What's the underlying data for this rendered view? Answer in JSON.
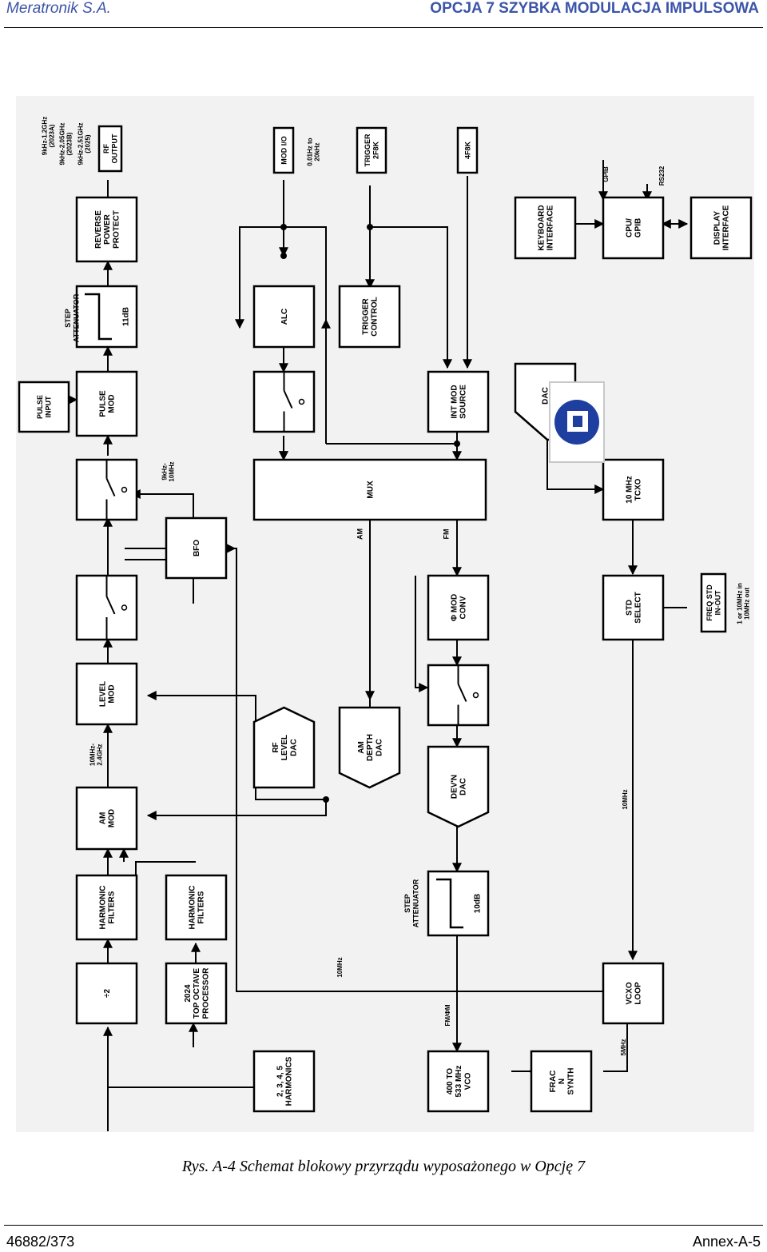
{
  "header": {
    "left": "Meratronik S.A.",
    "right": "OPCJA 7 SZYBKA MODULACJA IMPULSOWA"
  },
  "caption": "Rys.  A-4  Schemat blokowy przyrządu wyposażonego w Opcję  7",
  "footer": {
    "left": "46882/373",
    "right": "Annex-A-5"
  },
  "diagram": {
    "background": "#f2f2f2",
    "logo_color": "#1f3fa0",
    "blocks": {
      "pulse_input": [
        "PULSE",
        "INPUT"
      ],
      "pulse_mod": [
        "PULSE",
        "MOD"
      ],
      "att_11db": [
        "11dB"
      ],
      "reverse_power": [
        "REVERSE",
        "POWER",
        "PROTECT"
      ],
      "alc": [
        "ALC"
      ],
      "trigger_control": [
        "TRIGGER",
        "CONTROL"
      ],
      "keyboard_if": [
        "KEYBOARD",
        "INTERFACE"
      ],
      "cpu": [
        "CPU/",
        "GPIB"
      ],
      "display_if": [
        "DISPLAY",
        "INTERFACE"
      ],
      "int_mod": [
        "INT MOD",
        "SOURCE"
      ],
      "dac": [
        "DAC"
      ],
      "mux": [
        "MUX"
      ],
      "tcxo": [
        "10 MHz",
        "TCXO"
      ],
      "bfo": [
        "BFO"
      ],
      "level_mod": [
        "LEVEL",
        "MOD"
      ],
      "phi_mod": [
        "Φ MOD",
        "CONV"
      ],
      "std_select": [
        "STD",
        "SELECT"
      ],
      "rf_level_dac": [
        "RF",
        "LEVEL",
        "DAC"
      ],
      "am_depth_dac": [
        "AM",
        "DEPTH",
        "DAC"
      ],
      "devn_dac": [
        "DEV'N",
        "DAC"
      ],
      "am_mod": [
        "AM",
        "MOD"
      ],
      "harm1": [
        "HARMONIC",
        "FILTERS"
      ],
      "harm2": [
        "HARMONIC",
        "FILTERS"
      ],
      "att_10db": [
        "10dB"
      ],
      "div2": [
        "÷2"
      ],
      "proc2024": [
        "2024",
        "TOP OCTAVE",
        "PROCESSOR"
      ],
      "vcxo": [
        "VCXO",
        "LOOP"
      ],
      "harmonics": [
        "2, 3, 4, 5",
        "HARMONICS"
      ],
      "vco": [
        "400 TO",
        "533 MHz",
        "VCO"
      ],
      "frac": [
        "FRAC",
        "N",
        "SYNTH"
      ]
    },
    "terminals": {
      "rf_output": [
        "RF",
        "OUTPUT"
      ],
      "mod_io": [
        "MOD I/O"
      ],
      "trigger": [
        "TRIGGER",
        "2F8K"
      ],
      "conn_4f8k": [
        "4F8K"
      ],
      "freq_std": [
        "FREQ STD",
        "IN-OUT"
      ]
    },
    "labels": {
      "freq_ranges": [
        "9kHz-1.2GHz",
        "(2023A)",
        "9kHz-2.05GHz",
        "(2023B)",
        "9kHz-2.51GHz",
        "(2025)"
      ],
      "step_attenuator_top": [
        "STEP",
        "ATTENUATOR"
      ],
      "step_attenuator_bottom": [
        "STEP",
        "ATTENUATOR"
      ],
      "mod_freq_range": [
        "0.01Hz  to",
        "20kHz"
      ],
      "gpib": "GPIB",
      "rs232": "RS232",
      "bfo_range": [
        "9kHz-",
        "10MHz"
      ],
      "am": "AM",
      "fm": "FM",
      "level_range": [
        "10MHz-",
        "2.4GHz"
      ],
      "ref_in_out": [
        "1 or 10MHz in",
        "10MHz out"
      ],
      "f10mhz_a": "10MHz",
      "f10mhz_b": "10MHz",
      "fm_phim": "FM/ΦM",
      "f5mhz": "5MHz"
    }
  }
}
